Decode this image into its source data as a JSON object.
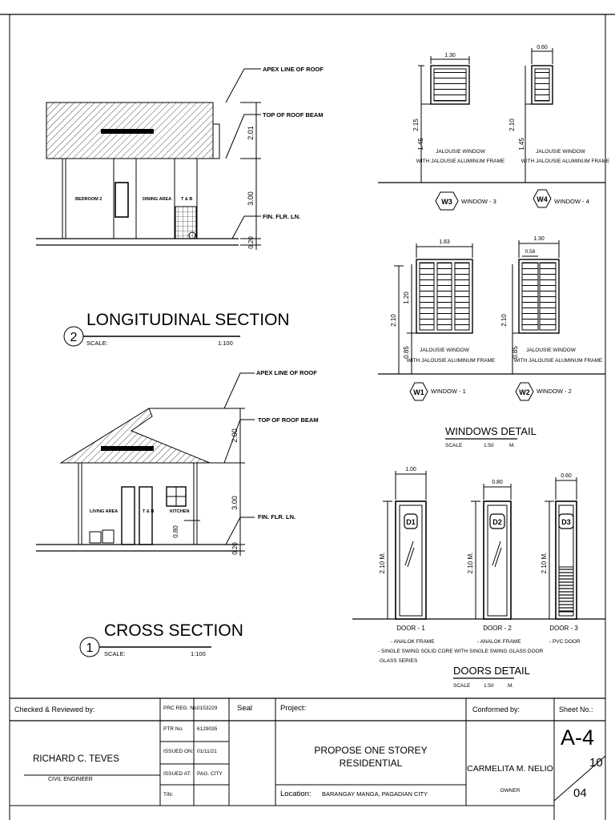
{
  "longitudinal": {
    "apex_label": "APEX LINE OF ROOF",
    "beam_label": "TOP OF ROOF BEAM",
    "floor_label": "FIN. FLR. LN.",
    "dim_roof": "2.01",
    "dim_wall": "3.00",
    "dim_base": "0.20",
    "rooms": [
      "BEDROOM 2",
      "DINING AREA",
      "T & B"
    ],
    "number": "2",
    "title": "LONGITUDINAL SECTION",
    "scale_label": "SCALE:",
    "scale_value": "1:100"
  },
  "cross": {
    "apex_label": "APEX LINE OF ROOF",
    "beam_label": "TOP OF ROOF BEAM",
    "floor_label": "FIN. FLR. LN.",
    "dim_roof": "2.00",
    "dim_wall": "3.00",
    "dim_base": "0.20",
    "dim_window_sill": "0.80",
    "rooms": [
      "LIVING AREA",
      "T & B",
      "KITCHEN"
    ],
    "number": "1",
    "title": "CROSS SECTION",
    "scale_label": "SCALE:",
    "scale_value": "1:100"
  },
  "windows": {
    "w3": {
      "tag": "W3",
      "name": "WINDOW - 3",
      "width": "1.30",
      "height": "2.15",
      "sill": "1.45",
      "desc1": "JALOUSIE WINDOW",
      "desc2": "WITH JALOUSIE ALUMINUM FRAME"
    },
    "w4": {
      "tag": "W4",
      "name": "WINDOW - 4",
      "width": "0.60",
      "height": "2.10",
      "sill": "1.45",
      "desc1": "JALOUSIE WINDOW",
      "desc2": "WITH JALOUSIE ALUMINUM FRAME"
    },
    "w1": {
      "tag": "W1",
      "name": "WINDOW - 1",
      "width": "1.83",
      "height": "2.10",
      "glass": "1.20",
      "sill": "0.85",
      "desc1": "JALOUSIE WINDOW",
      "desc2": "WITH JALOUSIE ALUMINUM FRAME"
    },
    "w2": {
      "tag": "W2",
      "name": "WINDOW - 2",
      "width": "1.30",
      "leaf": "0.58",
      "height": "2.10",
      "sill": "0.85",
      "desc1": "JALOUSIE WINDOW",
      "desc2": "WITH JALOUSIE ALUMINUM FRAME"
    },
    "title": "WINDOWS DETAIL",
    "scale_label": "SCALE",
    "scale_value": "1:50",
    "scale_unit": "M."
  },
  "doors": {
    "d1": {
      "tag": "D1",
      "width": "1.00",
      "height": "2.10 M.",
      "name": "DOOR - 1",
      "desc": [
        "- ANALOK FRAME",
        "- SINGLE SWING SOLID CORE WITH",
        "GLASS SERIES"
      ]
    },
    "d2": {
      "tag": "D2",
      "width": "0.80",
      "height": "2.10 M.",
      "name": "DOOR - 2",
      "desc": [
        "- ANALOK FRAME",
        "- SINGLE SWING GLASS DOOR"
      ]
    },
    "d3": {
      "tag": "D3",
      "width": "0.60",
      "height": "2.10 M.",
      "name": "DOOR - 3",
      "desc": [
        "- PVC DOOR"
      ]
    },
    "title": "DOORS DETAIL",
    "scale_label": "SCALE",
    "scale_value": "1:50",
    "scale_unit": "M."
  },
  "title_block": {
    "checked_label": "Checked & Reviewed by:",
    "reviewer_name": "RICHARD C. TEVES",
    "reviewer_role": "CIVIL ENGINEER",
    "prc_label": "PRC REG. No.",
    "prc_value": "0153229",
    "ptr_label": "PTR No.",
    "ptr_value": "6129035",
    "issued_on_label": "ISSUED ON:",
    "issued_on_value": "01/11/21",
    "issued_at_label": "ISSUED AT:",
    "issued_at_value": "PAG. CITY",
    "tin_label": "TIN:",
    "seal_label": "Seal",
    "project_label": "Project:",
    "project_line1": "PROPOSE ONE STOREY",
    "project_line2": "RESIDENTIAL",
    "location_label": "Location:",
    "location_value": "BARANGAY MANGA, PAGADIAN CITY",
    "conformed_label": "Conformed by:",
    "owner_name": "CARMELITA M. NELIO",
    "owner_role": "OWNER",
    "sheet_label": "Sheet  No.:",
    "sheet_no": "A-4",
    "sheet_total": "10",
    "sheet_index": "04"
  }
}
